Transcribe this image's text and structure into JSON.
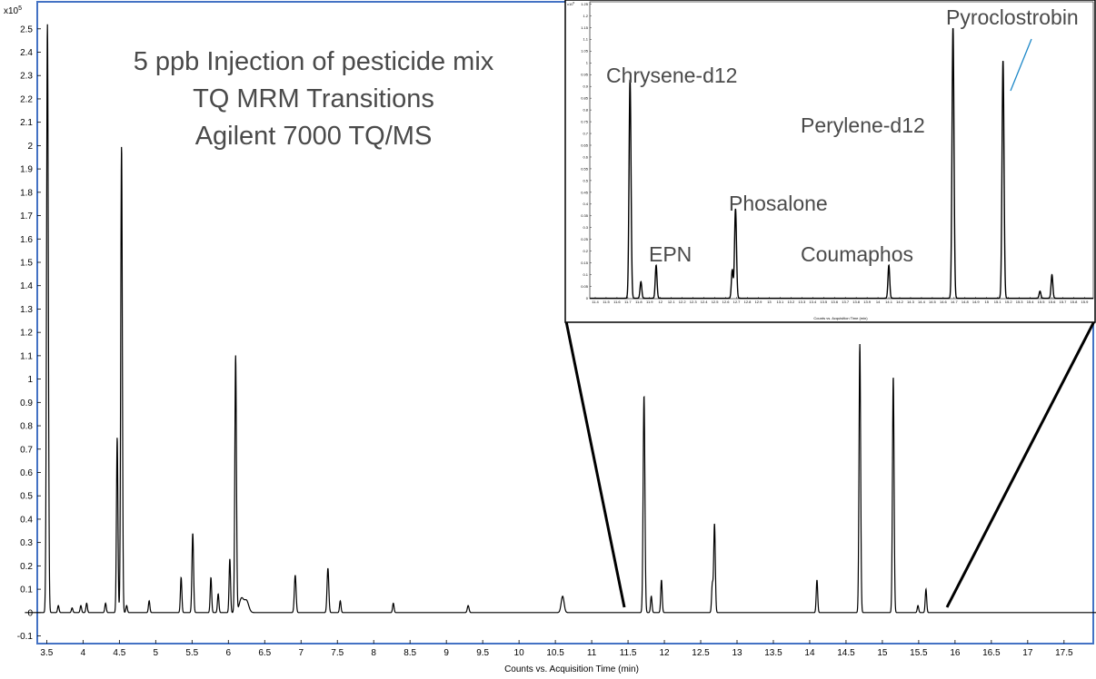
{
  "chart_data": [
    {
      "type": "line",
      "title_lines": [
        "5 ppb Injection of pesticide mix",
        "TQ MRM Transitions",
        "Agilent 7000 TQ/MS"
      ],
      "xlabel": "Counts vs. Acquisition Time (min)",
      "y_multiplier": "x10",
      "y_multiplier_exp": "5",
      "xlim": [
        3.2,
        18.0
      ],
      "ylim": [
        -0.15,
        2.58
      ],
      "x_ticks": [
        "3.5",
        "4",
        "4.5",
        "5",
        "5.5",
        "6",
        "6.5",
        "7",
        "7.5",
        "8",
        "8.5",
        "9",
        "9.5",
        "10",
        "10.5",
        "11",
        "11.5",
        "12",
        "12.5",
        "13",
        "13.5",
        "14",
        "14.5",
        "15",
        "15.5",
        "16",
        "16.5",
        "17",
        "17.5"
      ],
      "y_ticks": [
        "-0.1",
        "0",
        "0.1",
        "0.2",
        "0.3",
        "0.4",
        "0.5",
        "0.6",
        "0.7",
        "0.8",
        "0.9",
        "1",
        "1.1",
        "1.2",
        "1.3",
        "1.4",
        "1.5",
        "1.6",
        "1.7",
        "1.8",
        "1.9",
        "2",
        "2.1",
        "2.2",
        "2.3",
        "2.4",
        "2.5"
      ],
      "baseline": 0.0,
      "peaks": [
        {
          "x": 3.51,
          "y": 2.52,
          "w": 0.012
        },
        {
          "x": 3.66,
          "y": 0.03,
          "w": 0.01
        },
        {
          "x": 3.85,
          "y": 0.02,
          "w": 0.01
        },
        {
          "x": 3.97,
          "y": 0.03,
          "w": 0.01
        },
        {
          "x": 4.05,
          "y": 0.04,
          "w": 0.01
        },
        {
          "x": 4.31,
          "y": 0.04,
          "w": 0.01
        },
        {
          "x": 4.47,
          "y": 0.75,
          "w": 0.01
        },
        {
          "x": 4.53,
          "y": 2.0,
          "w": 0.011
        },
        {
          "x": 4.6,
          "y": 0.03,
          "w": 0.01
        },
        {
          "x": 4.91,
          "y": 0.05,
          "w": 0.01
        },
        {
          "x": 5.35,
          "y": 0.15,
          "w": 0.01
        },
        {
          "x": 5.51,
          "y": 0.34,
          "w": 0.011
        },
        {
          "x": 5.76,
          "y": 0.15,
          "w": 0.01
        },
        {
          "x": 5.86,
          "y": 0.08,
          "w": 0.01
        },
        {
          "x": 6.02,
          "y": 0.23,
          "w": 0.01
        },
        {
          "x": 6.1,
          "y": 1.1,
          "w": 0.011
        },
        {
          "x": 6.18,
          "y": 0.06,
          "w": 0.03
        },
        {
          "x": 6.25,
          "y": 0.05,
          "w": 0.03
        },
        {
          "x": 6.92,
          "y": 0.16,
          "w": 0.012
        },
        {
          "x": 7.37,
          "y": 0.19,
          "w": 0.012
        },
        {
          "x": 7.54,
          "y": 0.05,
          "w": 0.01
        },
        {
          "x": 8.27,
          "y": 0.04,
          "w": 0.01
        },
        {
          "x": 9.3,
          "y": 0.03,
          "w": 0.012
        },
        {
          "x": 10.6,
          "y": 0.07,
          "w": 0.02
        },
        {
          "x": 11.72,
          "y": 0.93,
          "w": 0.012
        },
        {
          "x": 11.82,
          "y": 0.07,
          "w": 0.01
        },
        {
          "x": 11.96,
          "y": 0.14,
          "w": 0.01
        },
        {
          "x": 12.66,
          "y": 0.12,
          "w": 0.01
        },
        {
          "x": 12.69,
          "y": 0.38,
          "w": 0.011
        },
        {
          "x": 14.1,
          "y": 0.14,
          "w": 0.01
        },
        {
          "x": 14.69,
          "y": 1.15,
          "w": 0.011
        },
        {
          "x": 15.15,
          "y": 1.01,
          "w": 0.011
        },
        {
          "x": 15.49,
          "y": 0.03,
          "w": 0.01
        },
        {
          "x": 15.6,
          "y": 0.1,
          "w": 0.01
        }
      ]
    },
    {
      "type": "line",
      "xlabel": "Counts vs. Acquisition Time (min)",
      "y_multiplier": "x10",
      "y_multiplier_exp": "5",
      "xlim": [
        11.35,
        15.98
      ],
      "ylim": [
        -0.02,
        1.3
      ],
      "x_ticks": [
        "11.4",
        "11.5",
        "11.6",
        "11.7",
        "11.8",
        "11.9",
        "12",
        "12.1",
        "12.2",
        "12.3",
        "12.4",
        "12.5",
        "12.6",
        "12.7",
        "12.8",
        "12.9",
        "13",
        "13.1",
        "13.2",
        "13.3",
        "13.4",
        "13.5",
        "13.6",
        "13.7",
        "13.8",
        "13.9",
        "14",
        "14.1",
        "14.2",
        "14.3",
        "14.4",
        "14.5",
        "14.6",
        "14.7",
        "14.8",
        "14.9",
        "15",
        "15.1",
        "15.2",
        "15.3",
        "15.4",
        "15.5",
        "15.6",
        "15.7",
        "15.8",
        "15.9"
      ],
      "y_ticks": [
        "0",
        "0.05",
        "0.1",
        "0.15",
        "0.2",
        "0.25",
        "0.3",
        "0.35",
        "0.4",
        "0.45",
        "0.5",
        "0.55",
        "0.6",
        "0.65",
        "0.7",
        "0.75",
        "0.8",
        "0.85",
        "0.9",
        "0.95",
        "1",
        "1.05",
        "1.1",
        "1.15",
        "1.2",
        "1.25"
      ],
      "baseline": 0.0,
      "peaks": [
        {
          "x": 11.72,
          "y": 0.93,
          "w": 0.009
        },
        {
          "x": 11.82,
          "y": 0.07,
          "w": 0.008
        },
        {
          "x": 11.96,
          "y": 0.14,
          "w": 0.008
        },
        {
          "x": 12.66,
          "y": 0.12,
          "w": 0.008
        },
        {
          "x": 12.69,
          "y": 0.38,
          "w": 0.009
        },
        {
          "x": 14.1,
          "y": 0.14,
          "w": 0.008
        },
        {
          "x": 14.69,
          "y": 1.15,
          "w": 0.009
        },
        {
          "x": 15.15,
          "y": 1.01,
          "w": 0.009
        },
        {
          "x": 15.49,
          "y": 0.03,
          "w": 0.008
        },
        {
          "x": 15.6,
          "y": 0.1,
          "w": 0.008
        }
      ],
      "annotations": [
        {
          "text": "Chrysene-d12",
          "x": 11.72
        },
        {
          "text": "EPN",
          "x": 11.96
        },
        {
          "text": "Phosalone",
          "x": 12.69
        },
        {
          "text": "Coumaphos",
          "x": 14.1
        },
        {
          "text": "Perylene-d12",
          "x": 14.69
        },
        {
          "text": "Pyroclostrobin",
          "x": 15.15
        }
      ]
    }
  ],
  "colors": {
    "trace": "#000000",
    "frame": "#4472c4",
    "title_text": "#4a4a4a",
    "leader_line": "#1e88c8"
  }
}
